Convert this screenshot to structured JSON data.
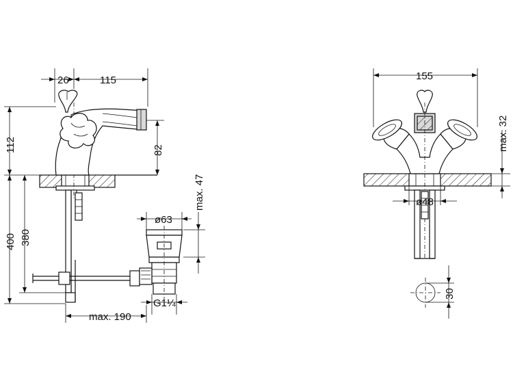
{
  "dimensions": {
    "d26": "26",
    "d115": "115",
    "d155": "155",
    "d112": "112",
    "d82": "82",
    "d400": "400",
    "d380": "380",
    "dmax47": "max. 47",
    "dmax32": "max. 32",
    "dphi63": "ø63",
    "dphi48": "ø48",
    "dG114": "G1¼",
    "dmax190": "max. 190",
    "d30": "30"
  }
}
